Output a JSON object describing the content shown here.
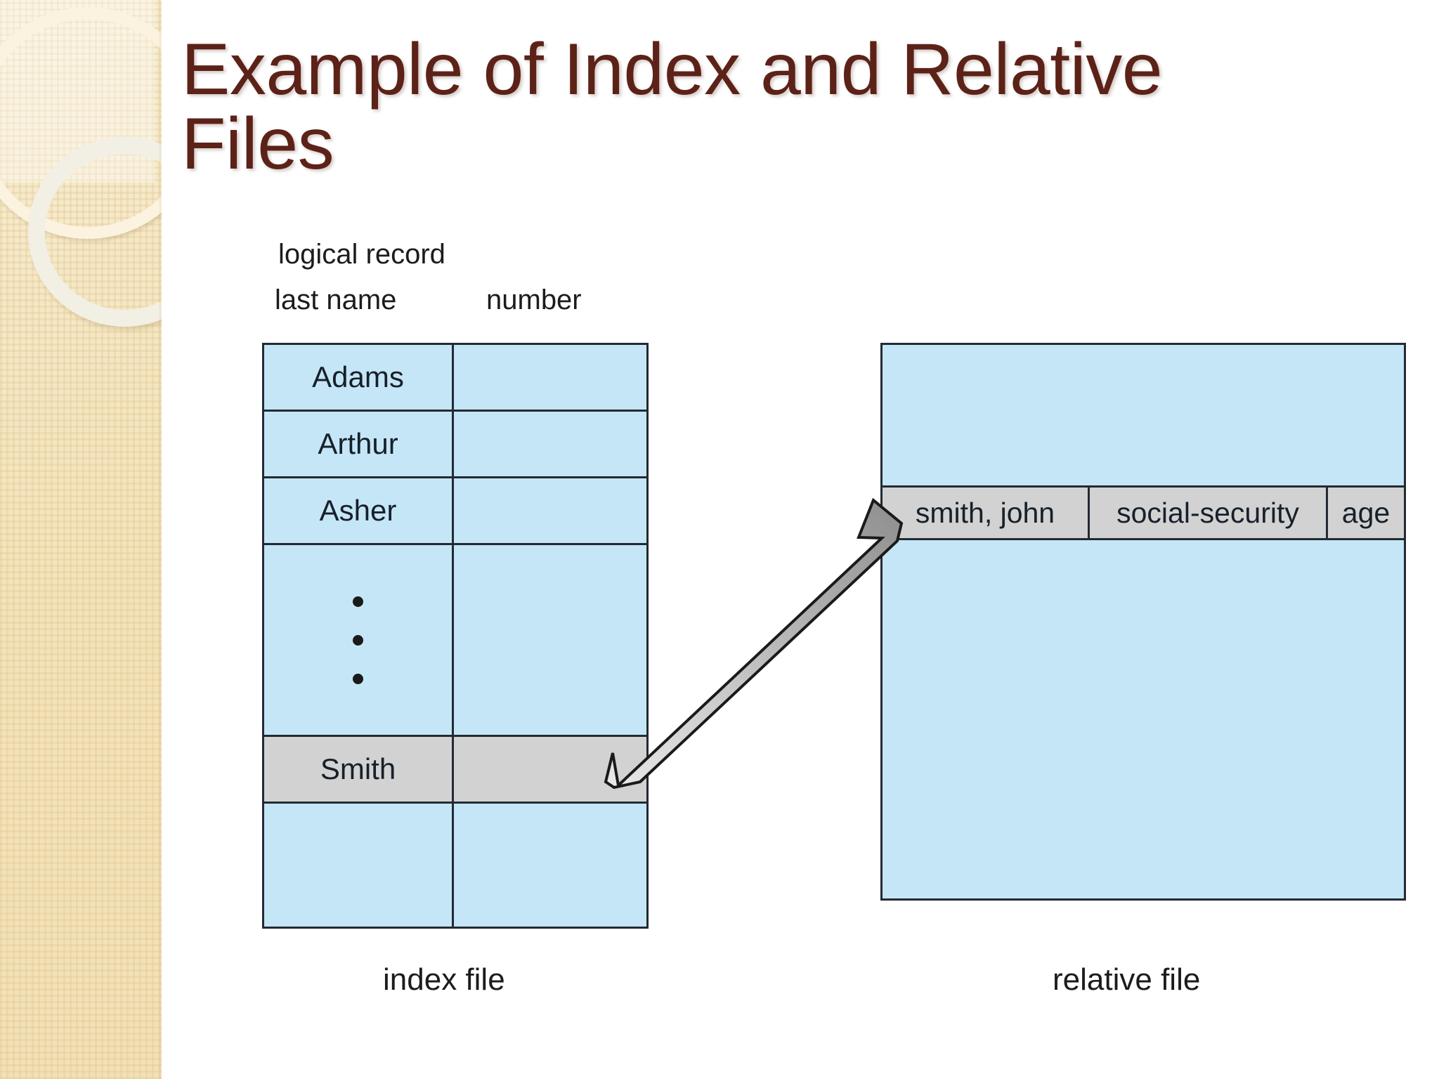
{
  "slide": {
    "title": "Example of Index and Relative Files",
    "title_color": "#5c2217",
    "background_color": "#ffffff"
  },
  "sidebar": {
    "decoration": "beige-textured-rings-band",
    "base_color": "#f3e3bc"
  },
  "figure": {
    "labels": {
      "last_name": "last name",
      "logical_record_line1": "logical record",
      "logical_record_line2": "number"
    },
    "index_file": {
      "caption": "index file",
      "fill_color": "#c5e6f7",
      "highlight_color": "#d2d2d2",
      "border_color": "#232a33",
      "rows": [
        {
          "name": "Adams",
          "number": "",
          "highlighted": false,
          "kind": "named"
        },
        {
          "name": "Arthur",
          "number": "",
          "highlighted": false,
          "kind": "named"
        },
        {
          "name": "Asher",
          "number": "",
          "highlighted": false,
          "kind": "named"
        },
        {
          "name": "",
          "number": "",
          "highlighted": false,
          "kind": "dots"
        },
        {
          "name": "Smith",
          "number": "",
          "highlighted": true,
          "kind": "named"
        },
        {
          "name": "",
          "number": "",
          "highlighted": false,
          "kind": "tail"
        }
      ]
    },
    "relative_file": {
      "caption": "relative file",
      "fill_color": "#c5e6f7",
      "record_fill_color": "#d2d2d2",
      "border_color": "#232a33",
      "record_fields": [
        "smith, john",
        "social-security",
        "age"
      ]
    },
    "arrow": {
      "from": "index-file-smith-row",
      "to": "relative-file-smith-john-record",
      "fill_color": "#a8a8a8",
      "stroke_color": "#1a1a1a"
    }
  }
}
